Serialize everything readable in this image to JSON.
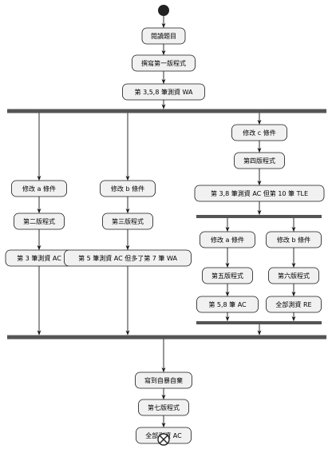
{
  "nodes": [
    {
      "id": "n1",
      "label": "閱讀題目"
    },
    {
      "id": "n2",
      "label": "撰寫第一版程式"
    },
    {
      "id": "n3",
      "label": "第 3,5,8 筆測資 WA"
    },
    {
      "id": "n4",
      "label": "修改 a 條件"
    },
    {
      "id": "n5",
      "label": "第二版程式"
    },
    {
      "id": "n6",
      "label": "第 3 筆測資 AC"
    },
    {
      "id": "n7",
      "label": "修改 b 條件"
    },
    {
      "id": "n8",
      "label": "第三版程式"
    },
    {
      "id": "n9",
      "label": "第 5 筆測資 AC 但多了第 7 筆 WA"
    },
    {
      "id": "n10",
      "label": "修改 c 條件"
    },
    {
      "id": "n11",
      "label": "第四版程式"
    },
    {
      "id": "n12",
      "label": "第 3,8 筆測資 AC 但第 10 筆 TLE"
    },
    {
      "id": "n13",
      "label": "修改 a 條件"
    },
    {
      "id": "n14",
      "label": "第五版程式"
    },
    {
      "id": "n15",
      "label": "第 5,8 筆 AC"
    },
    {
      "id": "n16",
      "label": "修改 b 條件"
    },
    {
      "id": "n17",
      "label": "第六版程式"
    },
    {
      "id": "n18",
      "label": "全部測資 RE"
    },
    {
      "id": "n19",
      "label": "寫到自暴自棄"
    },
    {
      "id": "n20",
      "label": "第七版程式"
    },
    {
      "id": "n21",
      "label": "全部測資 AC"
    }
  ],
  "edges": [
    [
      "start",
      "n1"
    ],
    [
      "n1",
      "n2"
    ],
    [
      "n2",
      "n3"
    ],
    [
      "n3",
      "fork1"
    ],
    [
      "fork1",
      "n4"
    ],
    [
      "n4",
      "n5"
    ],
    [
      "n5",
      "n6"
    ],
    [
      "n6",
      "join1"
    ],
    [
      "fork1",
      "n7"
    ],
    [
      "n7",
      "n8"
    ],
    [
      "n8",
      "n9"
    ],
    [
      "n9",
      "join1"
    ],
    [
      "fork1",
      "n10"
    ],
    [
      "n10",
      "n11"
    ],
    [
      "n11",
      "n12"
    ],
    [
      "n12",
      "fork2"
    ],
    [
      "fork2",
      "n13"
    ],
    [
      "n13",
      "n14"
    ],
    [
      "n14",
      "n15"
    ],
    [
      "n15",
      "join2"
    ],
    [
      "fork2",
      "n16"
    ],
    [
      "n16",
      "n17"
    ],
    [
      "n17",
      "n18"
    ],
    [
      "n18",
      "join2"
    ],
    [
      "join2",
      "join1"
    ],
    [
      "join1",
      "n19"
    ],
    [
      "n19",
      "n20"
    ],
    [
      "n20",
      "n21"
    ],
    [
      "n21",
      "end"
    ]
  ]
}
